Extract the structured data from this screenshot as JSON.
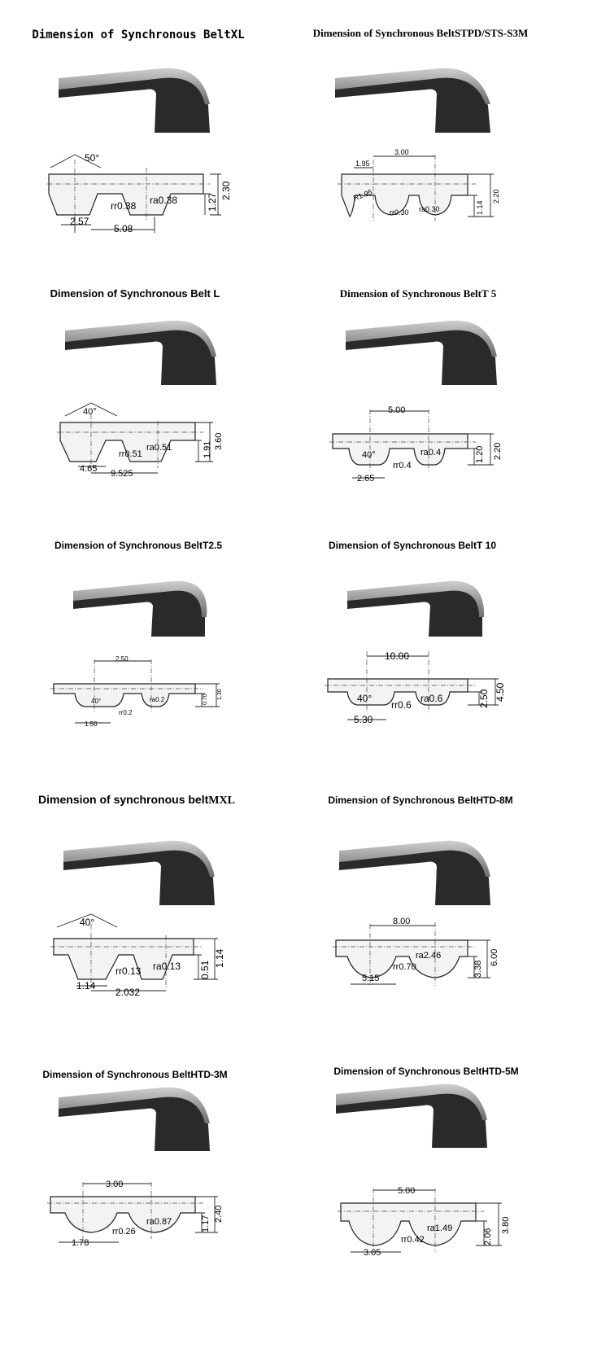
{
  "panels": [
    {
      "title": "Dimension of Synchronous BeltXL",
      "font": "mono",
      "labels": {
        "angle": "50°",
        "r_root": "rr0.38",
        "r_tip": "ra0.38",
        "tooth_h": "1.27",
        "total_h": "2.30",
        "tooth_w": "2.57",
        "pitch": "5.08"
      }
    },
    {
      "title": "Dimension of Synchronous BeltSTPD/STS-S3M",
      "font": "serif",
      "labels": {
        "pitch": "3.00",
        "half": "1.95",
        "r_fillet": "R1.95",
        "r_root": "rr0.30",
        "r_tip": "ra0.30",
        "tooth_h": "1.14",
        "total_h": "2.20"
      }
    },
    {
      "title": "Dimension of Synchronous Belt L",
      "font": "sans",
      "labels": {
        "angle": "40°",
        "r_root": "rr0.51",
        "r_tip": "ra0.51",
        "tooth_h": "1.91",
        "total_h": "3.60",
        "tooth_w": "4.65",
        "pitch": "9.525"
      }
    },
    {
      "title": "Dimension of Synchronous BeltT 5",
      "font": "serif",
      "labels": {
        "pitch": "5.00",
        "angle": "40°",
        "r_tip": "ra0.4",
        "r_root": "rr0.4",
        "tooth_h": "1.20",
        "total_h": "2.20",
        "tooth_w": "2.65"
      }
    },
    {
      "title": "Dimension of Synchronous BeltT2.5",
      "font": "sans",
      "labels": {
        "pitch": "2.50",
        "angle": "40°",
        "r_tip": "ra0.2",
        "r_root": "rr0.2",
        "tooth_h": "0.70",
        "total_h": "1.30",
        "tooth_w": "1.50"
      }
    },
    {
      "title": "Dimension of Synchronous BeltT 10",
      "font": "sans",
      "labels": {
        "pitch": "10.00",
        "angle": "40°",
        "r_root": "rr0.6",
        "r_tip": "ra0.6",
        "tooth_h": "2.50",
        "total_h": "4.50",
        "tooth_w": "5.30"
      }
    },
    {
      "title": "Dimension of synchronous beltMXL",
      "font": "mixed",
      "title_a": "Dimension of synchronous belt",
      "title_b": "MXL",
      "labels": {
        "angle": "40°",
        "r_root": "rr0.13",
        "r_tip": "ra0.13",
        "tooth_h": "0.51",
        "total_h": "1.14",
        "tooth_w": "1.14",
        "pitch": "2.032"
      }
    },
    {
      "title": "Dimension of Synchronous BeltHTD-8M",
      "font": "sans",
      "labels": {
        "pitch": "8.00",
        "r_tip": "ra2.46",
        "r_root": "rr0.70",
        "tooth_h": "3.38",
        "total_h": "6.00",
        "tooth_w": "5.15"
      }
    },
    {
      "title": "Dimension of Synchronous BeltHTD-3M",
      "font": "sans",
      "labels": {
        "pitch": "3.00",
        "r_tip": "ra0.87",
        "r_root": "rr0.26",
        "tooth_h": "1.17",
        "total_h": "2.40",
        "tooth_w": "1.78"
      }
    },
    {
      "title": "Dimension of Synchronous BeltHTD-5M",
      "font": "sans",
      "labels": {
        "pitch": "5.00",
        "r_tip": "ra1.49",
        "r_root": "rr0.42",
        "tooth_h": "2.06",
        "total_h": "3.80",
        "tooth_w": "3.05"
      }
    }
  ]
}
